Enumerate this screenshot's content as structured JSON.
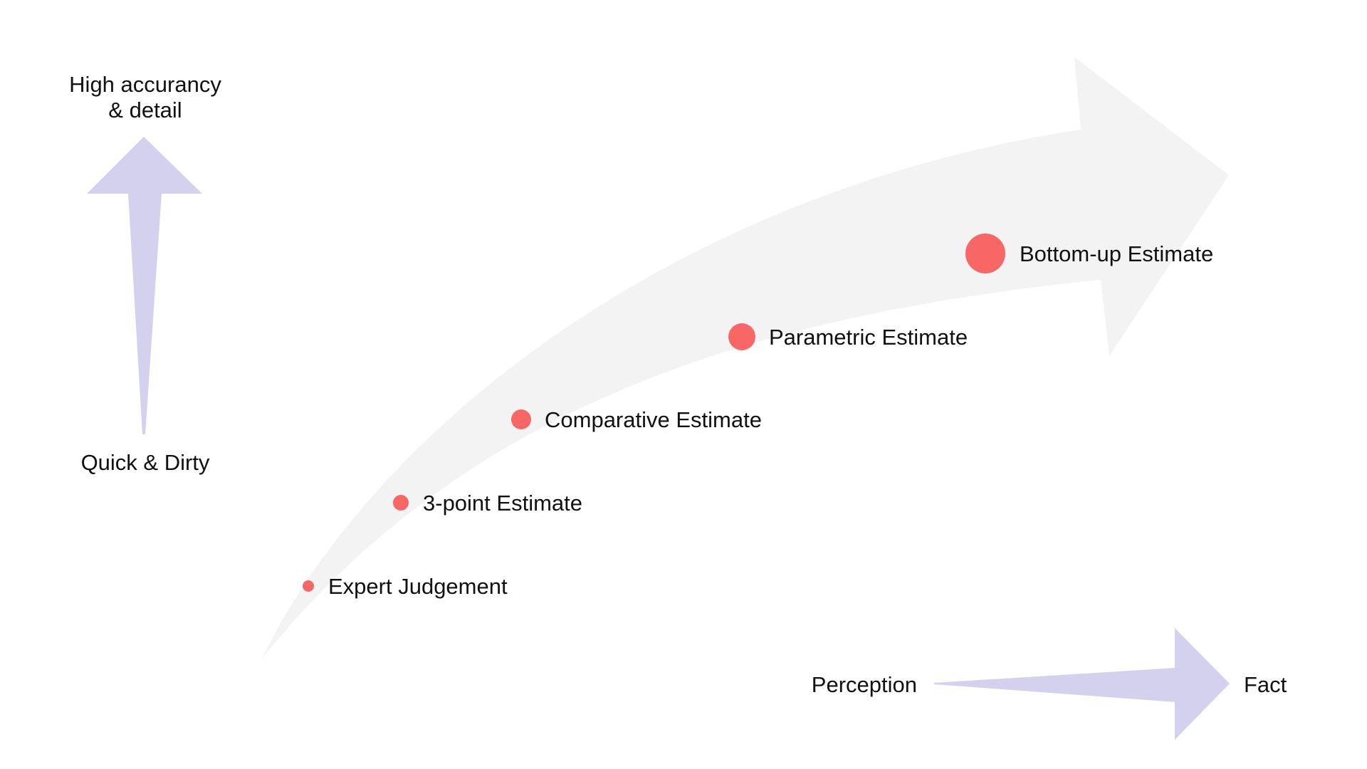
{
  "y_axis": {
    "top_label_line1": "High accurancy",
    "top_label_line2": "& detail",
    "bottom_label": "Quick & Dirty"
  },
  "x_axis": {
    "left_label": "Perception",
    "right_label": "Fact"
  },
  "estimates": [
    {
      "label": "Expert Judgement"
    },
    {
      "label": "3-point Estimate"
    },
    {
      "label": "Comparative Estimate"
    },
    {
      "label": "Parametric Estimate"
    },
    {
      "label": "Bottom-up Estimate"
    }
  ],
  "colors": {
    "axis_arrow": "#d3d1ee",
    "curve_arrow": "#f3f3f3",
    "dot": "#f86666",
    "text": "#111111",
    "background": "#ffffff"
  }
}
